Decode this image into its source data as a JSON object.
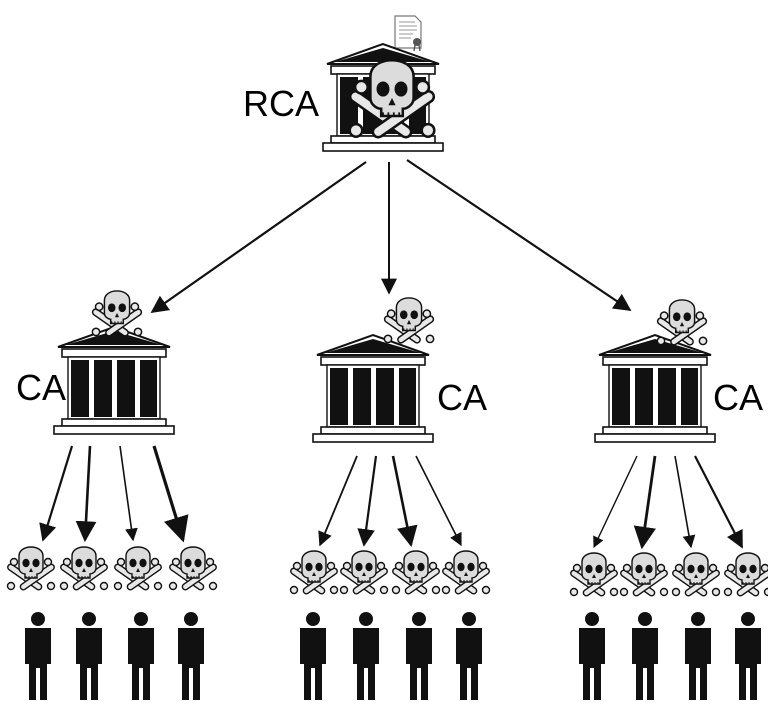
{
  "diagram": {
    "root": {
      "label": "RCA",
      "icon": "skull-crossbones-icon",
      "building_icon": "bank-building-icon",
      "document_icon": "certificate-icon"
    },
    "cas": [
      {
        "label": "CA",
        "children": 4
      },
      {
        "label": "CA",
        "children": 4
      },
      {
        "label": "CA",
        "children": 4
      }
    ],
    "leaf_icons": {
      "skull": "skull-crossbones-icon",
      "person": "person-icon"
    }
  }
}
